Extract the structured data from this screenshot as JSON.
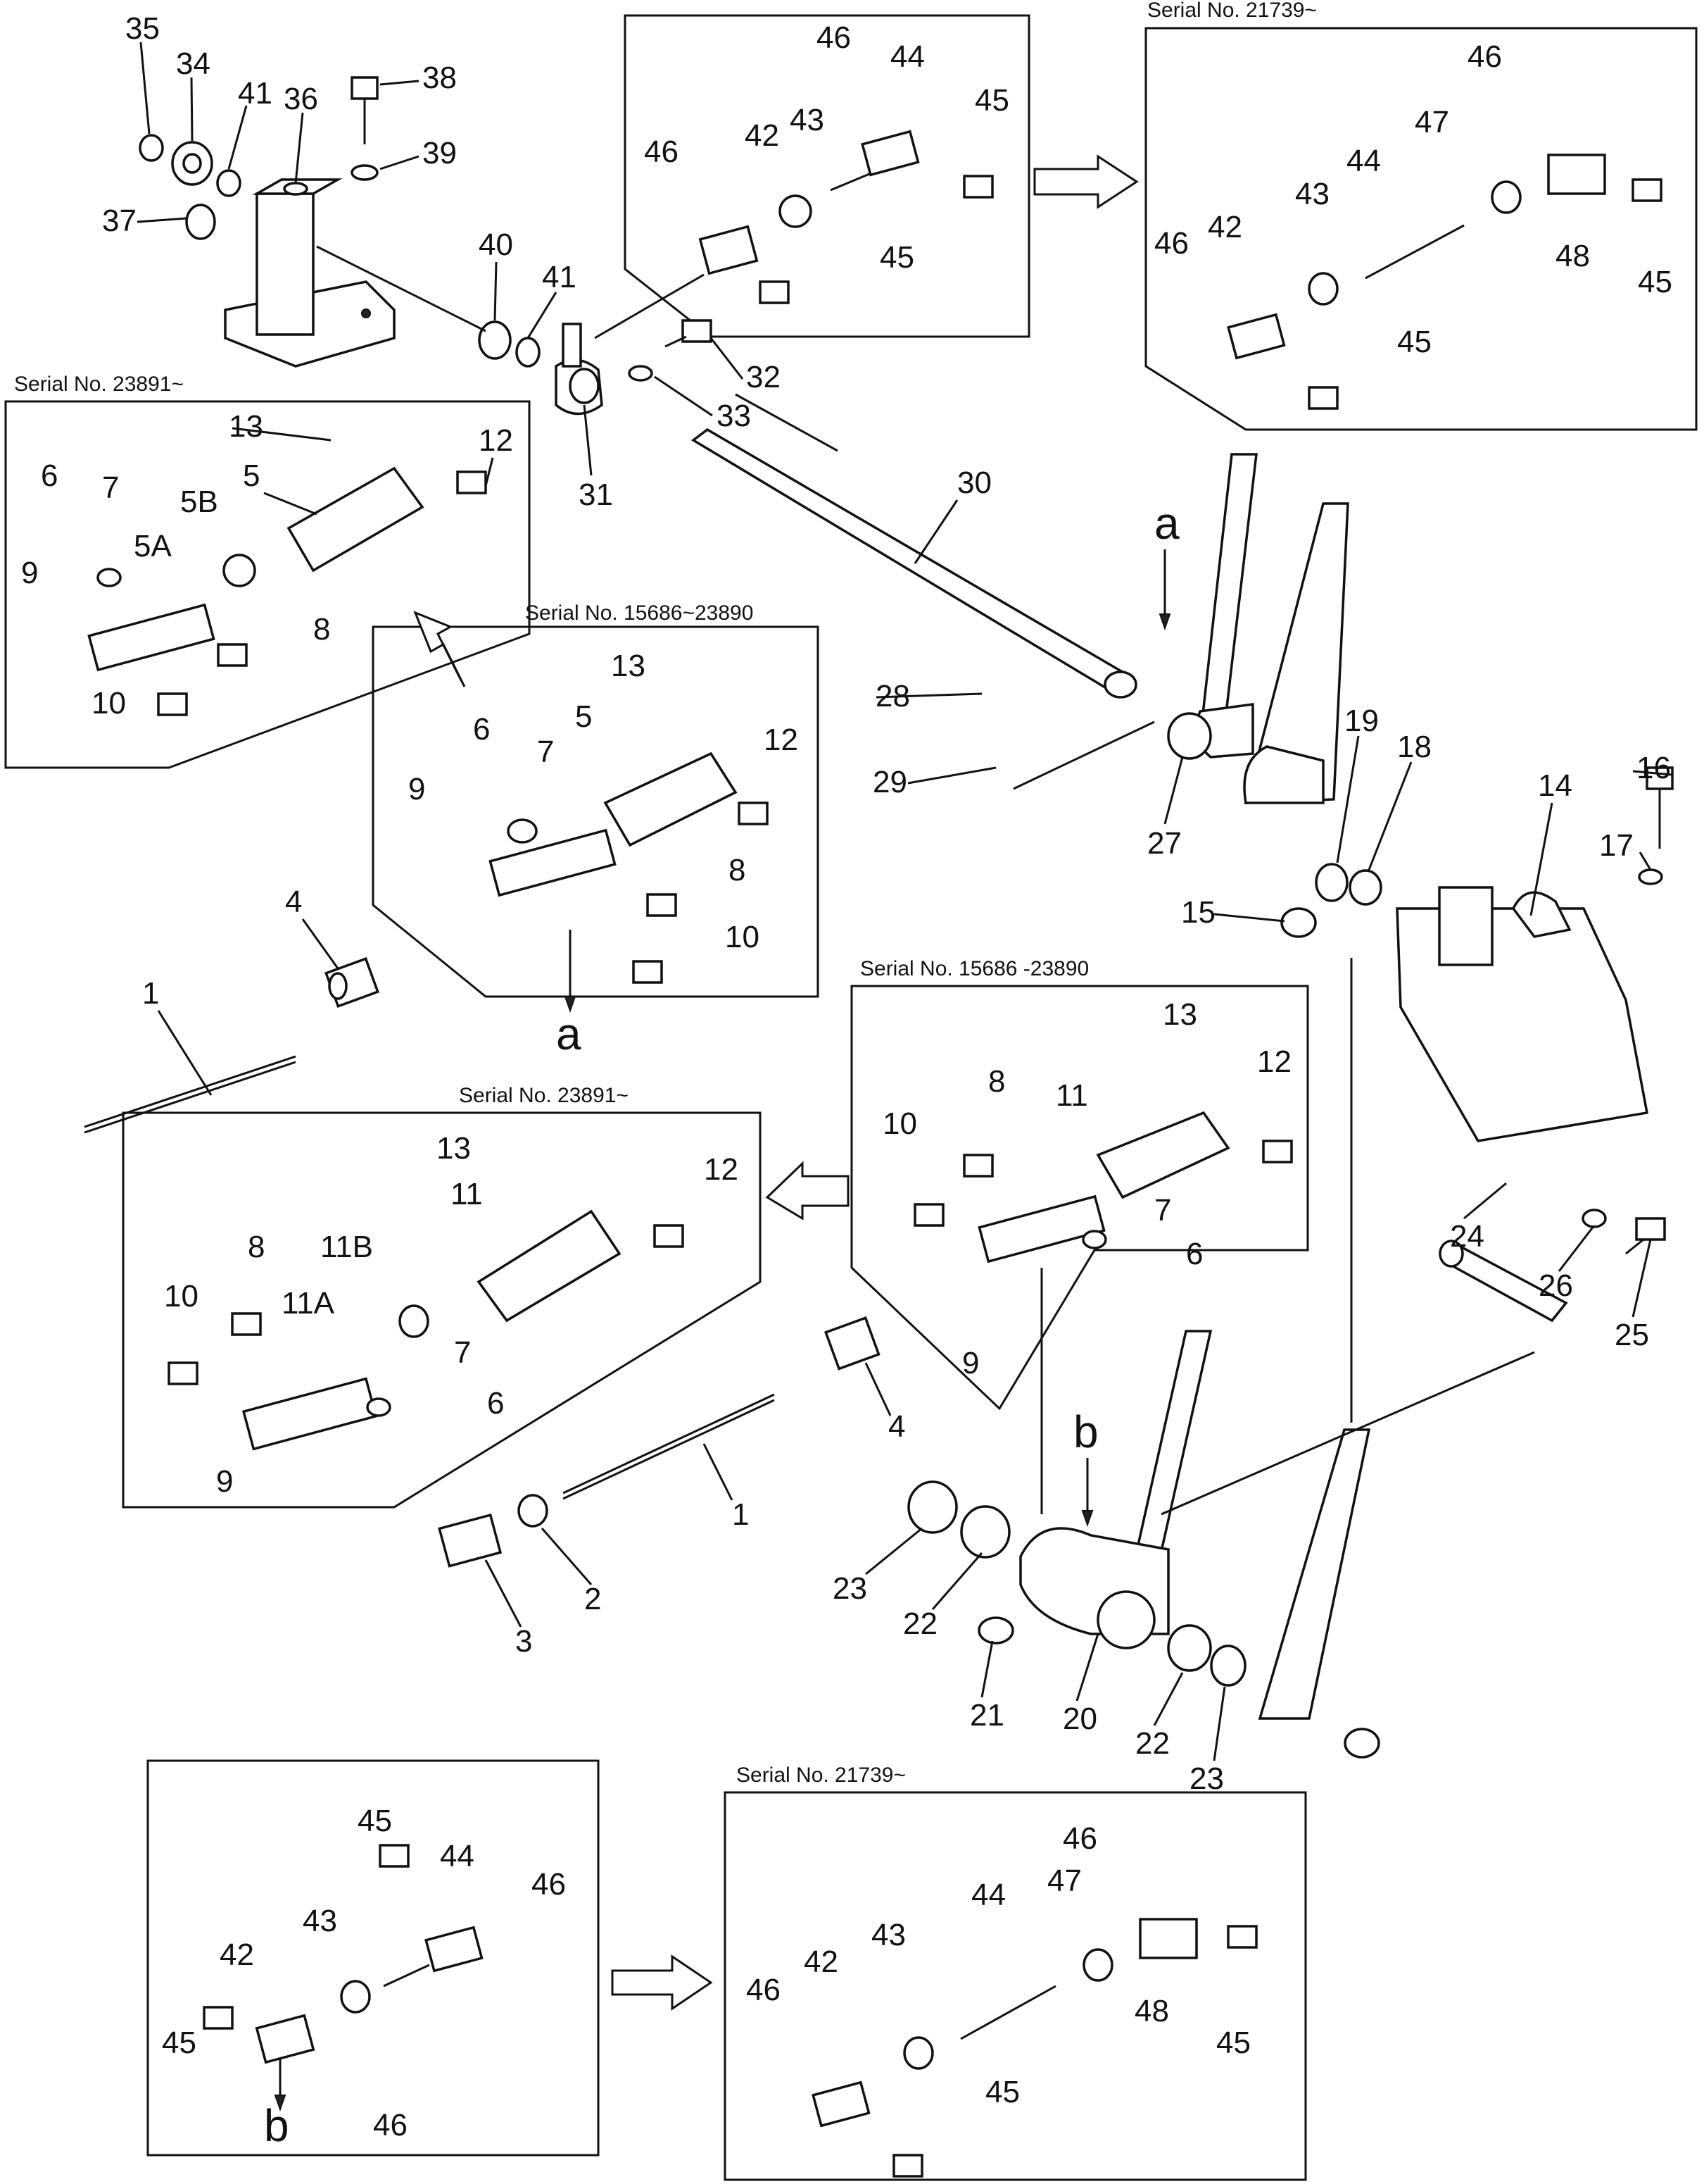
{
  "serial_labels": {
    "s21739_top": "Serial No. 21739~",
    "s23891_left": "Serial No. 23891~",
    "s15686_mid": "Serial No. 15686~23890",
    "s15686_right": "Serial No. 15686 -23890",
    "s23891_mid": "Serial No. 23891~",
    "s21739_bottom": "Serial No. 21739~"
  },
  "view_markers": {
    "a": "a",
    "b": "b"
  },
  "callouts": {
    "c1": "1",
    "c1b": "1",
    "c2": "2",
    "c3": "3",
    "c4": "4",
    "c4b": "4",
    "c5": "5",
    "c5a": "5A",
    "c5b": "5B",
    "c5m": "5",
    "c6": "6",
    "c6m": "6",
    "c6r": "6",
    "c6l": "6",
    "c7": "7",
    "c7m": "7",
    "c7r": "7",
    "c7l": "7",
    "c8": "8",
    "c8m": "8",
    "c8r": "8",
    "c8l": "8",
    "c9": "9",
    "c9m": "9",
    "c9r": "9",
    "c9l": "9",
    "c10": "10",
    "c10m": "10",
    "c10r": "10",
    "c10l": "10",
    "c11r": "11",
    "c11l": "11",
    "c11a": "11A",
    "c11b": "11B",
    "c12": "12",
    "c12m": "12",
    "c12r": "12",
    "c12l": "12",
    "c13": "13",
    "c13m": "13",
    "c13r": "13",
    "c13l": "13",
    "c14": "14",
    "c15": "15",
    "c16": "16",
    "c17": "17",
    "c18": "18",
    "c19": "19",
    "c20": "20",
    "c21": "21",
    "c22": "22",
    "c22b": "22",
    "c23": "23",
    "c23b": "23",
    "c24": "24",
    "c25": "25",
    "c26": "26",
    "c27": "27",
    "c28": "28",
    "c29": "29",
    "c30": "30",
    "c31": "31",
    "c32": "32",
    "c33": "33",
    "c34": "34",
    "c35": "35",
    "c36": "36",
    "c37": "37",
    "c38": "38",
    "c39": "39",
    "c40": "40",
    "c41": "41",
    "c41b": "41",
    "t42": "42",
    "t43": "43",
    "t44": "44",
    "t45a": "45",
    "t45b": "45",
    "t46a": "46",
    "t46b": "46",
    "u42": "42",
    "u43": "43",
    "u44": "44",
    "u45a": "45",
    "u45b": "45",
    "u46a": "46",
    "u46b": "46",
    "u47": "47",
    "u48": "48",
    "b42": "42",
    "b43": "43",
    "b44": "44",
    "b45a": "45",
    "b45b": "45",
    "b46a": "46",
    "b46b": "46",
    "v42": "42",
    "v43": "43",
    "v44": "44",
    "v45a": "45",
    "v45b": "45",
    "v46a": "46",
    "v46b": "46",
    "v47": "47",
    "v48": "48"
  },
  "colors": {
    "ink": "#111111",
    "paper": "#ffffff"
  }
}
